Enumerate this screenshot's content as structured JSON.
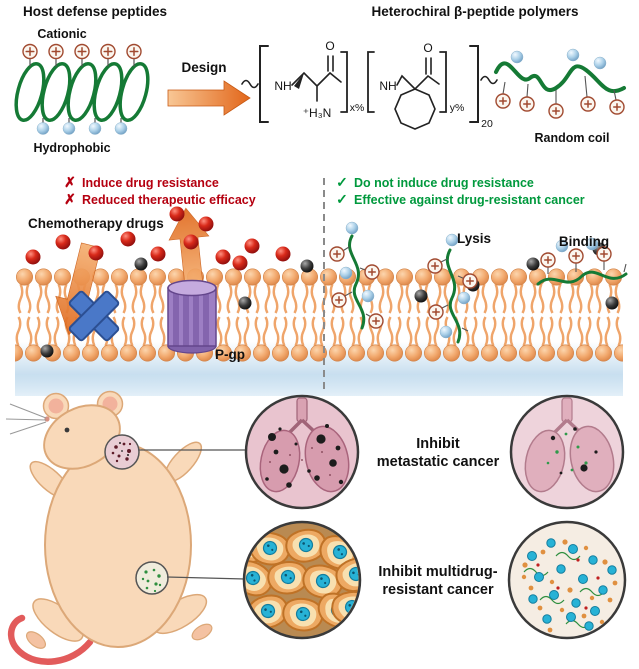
{
  "header": {
    "hdp_title": "Host defense peptides",
    "cationic": "Cationic",
    "hydrophobic": "Hydrophobic",
    "design": "Design",
    "polymer_title": "Heterochiral β-peptide polymers",
    "random_coil": "Random coil"
  },
  "structure": {
    "nh": "NH",
    "o": "O",
    "h3n": "⁺H₃N",
    "x_pct": "x%",
    "y_pct": "y%",
    "repeat": "20"
  },
  "comparison": {
    "cross_mark": "✗",
    "check_mark": "✓",
    "cons": [
      "Induce drug resistance",
      "Reduced therapeutic efficacy"
    ],
    "pros": [
      "Do not induce drug resistance",
      "Effective against drug-resistant cancer"
    ]
  },
  "membrane_scene": {
    "chemo_label": "Chemotherapy drugs",
    "pgp_label": "P-gp",
    "lysis_label": "Lysis",
    "binding_label": "Binding"
  },
  "outcomes": {
    "metastatic_line1": "Inhibit",
    "metastatic_line2": "metastatic cancer",
    "mdr_line1": "Inhibit multidrug-",
    "mdr_line2": "resistant cancer"
  },
  "colors": {
    "text_red": "#b50010",
    "text_green": "#00993d",
    "polymer_green": "#157a35",
    "arrow_orange": "#e8812c",
    "membrane_peach": "#f2a96e",
    "pgp_purple": "#9d7fc4",
    "blocker_blue": "#4a78c8",
    "drug_red": "#d92a1a"
  }
}
